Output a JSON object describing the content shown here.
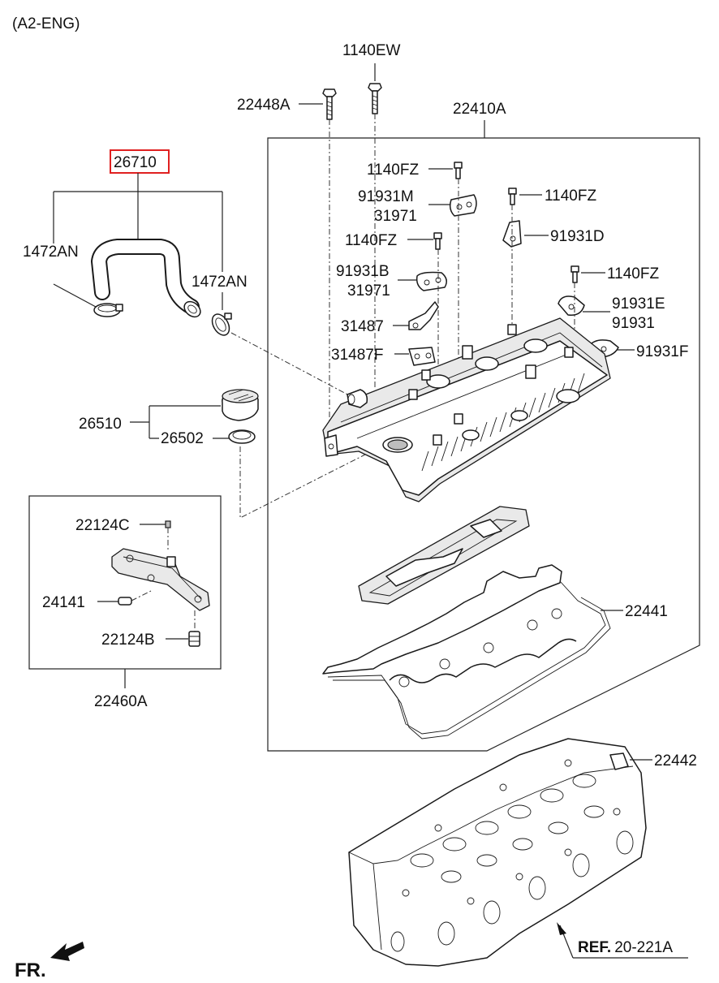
{
  "header": {
    "variant": "(A2-ENG)"
  },
  "labels": {
    "p1140EW": "1140EW",
    "p22448A": "22448A",
    "p22410A": "22410A",
    "p26710": "26710",
    "p1472AN_left": "1472AN",
    "p1472AN_right": "1472AN",
    "p1140FZ_a": "1140FZ",
    "p91931M": "91931M",
    "p31971_a": "31971",
    "p1140FZ_b": "1140FZ",
    "p91931D": "91931D",
    "p1140FZ_c": "1140FZ",
    "p91931B": "91931B",
    "p31971_b": "31971",
    "p1140FZ_d": "1140FZ",
    "p91931E": "91931E",
    "p91931": "91931",
    "p31487": "31487",
    "p31487F": "31487F",
    "p91931F": "91931F",
    "p26510": "26510",
    "p26502": "26502",
    "p22124C": "22124C",
    "p24141": "24141",
    "p22124B": "22124B",
    "p22460A": "22460A",
    "p22441": "22441",
    "p22442": "22442"
  },
  "highlight": {
    "part": "26710",
    "color": "#e02020"
  },
  "reference": {
    "prefix": "REF.",
    "code": "20-221A"
  },
  "direction": {
    "label": "FR."
  }
}
